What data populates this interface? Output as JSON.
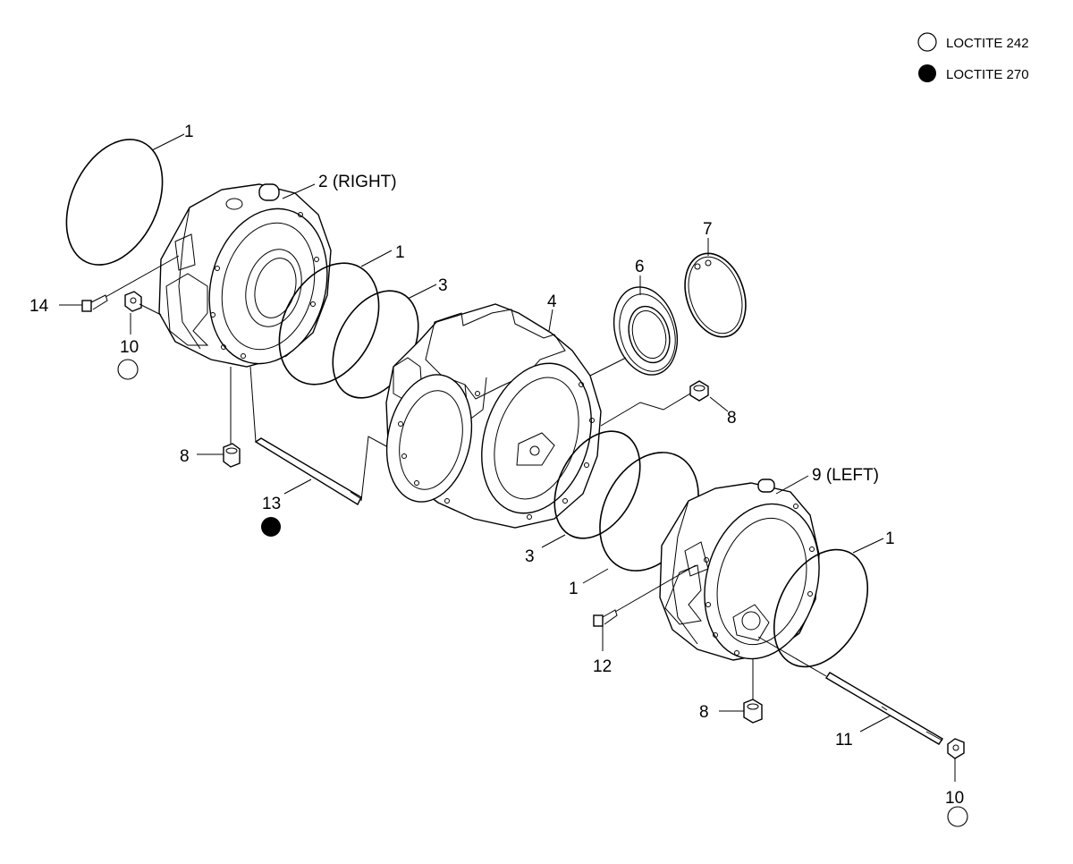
{
  "legend": [
    {
      "marker": "open-circle",
      "text": "LOCTITE 242"
    },
    {
      "marker": "filled-circle",
      "text": "LOCTITE 270"
    }
  ],
  "callouts": {
    "c1a": "1",
    "c2": "2 (RIGHT)",
    "c1b": "1",
    "c3a": "3",
    "c4": "4",
    "c6": "6",
    "c7": "7",
    "c14": "14",
    "c10a": "10",
    "c8a": "8",
    "c8b": "8",
    "c13": "13",
    "c9": "9 (LEFT)",
    "c1c": "1",
    "c3b": "3",
    "c1d": "1",
    "c12": "12",
    "c8c": "8",
    "c11": "11",
    "c10b": "10"
  },
  "colors": {
    "line": "#000000",
    "background": "#ffffff"
  }
}
